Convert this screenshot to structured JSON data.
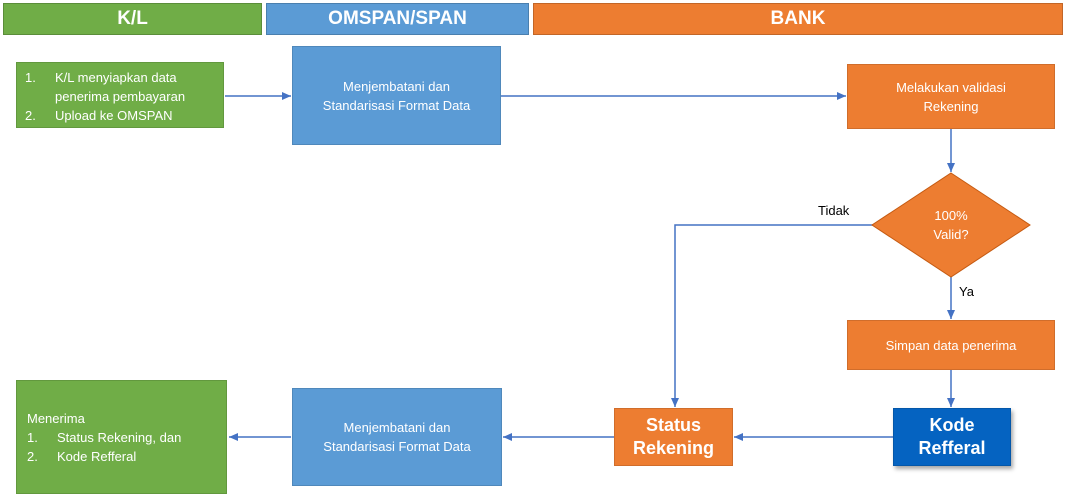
{
  "colors": {
    "green": "#70ad47",
    "blue": "#5b9bd5",
    "orange": "#ed7d31",
    "dark_blue": "#0563c1",
    "connector": "#4472c4"
  },
  "lanes": [
    {
      "label": "K/L"
    },
    {
      "label": "OMSPAN/SPAN"
    },
    {
      "label": "BANK"
    }
  ],
  "nodes": {
    "kl_prepare": {
      "items": [
        {
          "num": "1.",
          "text": "K/L menyiapkan data penerima pembayaran"
        },
        {
          "num": "2.",
          "text": "Upload ke OMSPAN"
        }
      ]
    },
    "span_format_top": {
      "text": "Menjembatani dan Standarisasi Format Data"
    },
    "bank_validate": {
      "text": "Melakukan validasi Rekening"
    },
    "decision": {
      "line1": "100%",
      "line2": "Valid?"
    },
    "bank_save": {
      "text": "Simpan data penerima"
    },
    "kode_refferal": {
      "line1": "Kode",
      "line2": "Refferal"
    },
    "status_rekening": {
      "line1": "Status",
      "line2": "Rekening"
    },
    "span_format_bottom": {
      "text": "Menjembatani dan Standarisasi Format Data"
    },
    "kl_receive": {
      "heading": "Menerima",
      "items": [
        {
          "num": "1.",
          "text": "Status Rekening, dan"
        },
        {
          "num": "2.",
          "text": "Kode Refferal"
        }
      ]
    }
  },
  "edge_labels": {
    "no": "Tidak",
    "yes": "Ya"
  }
}
